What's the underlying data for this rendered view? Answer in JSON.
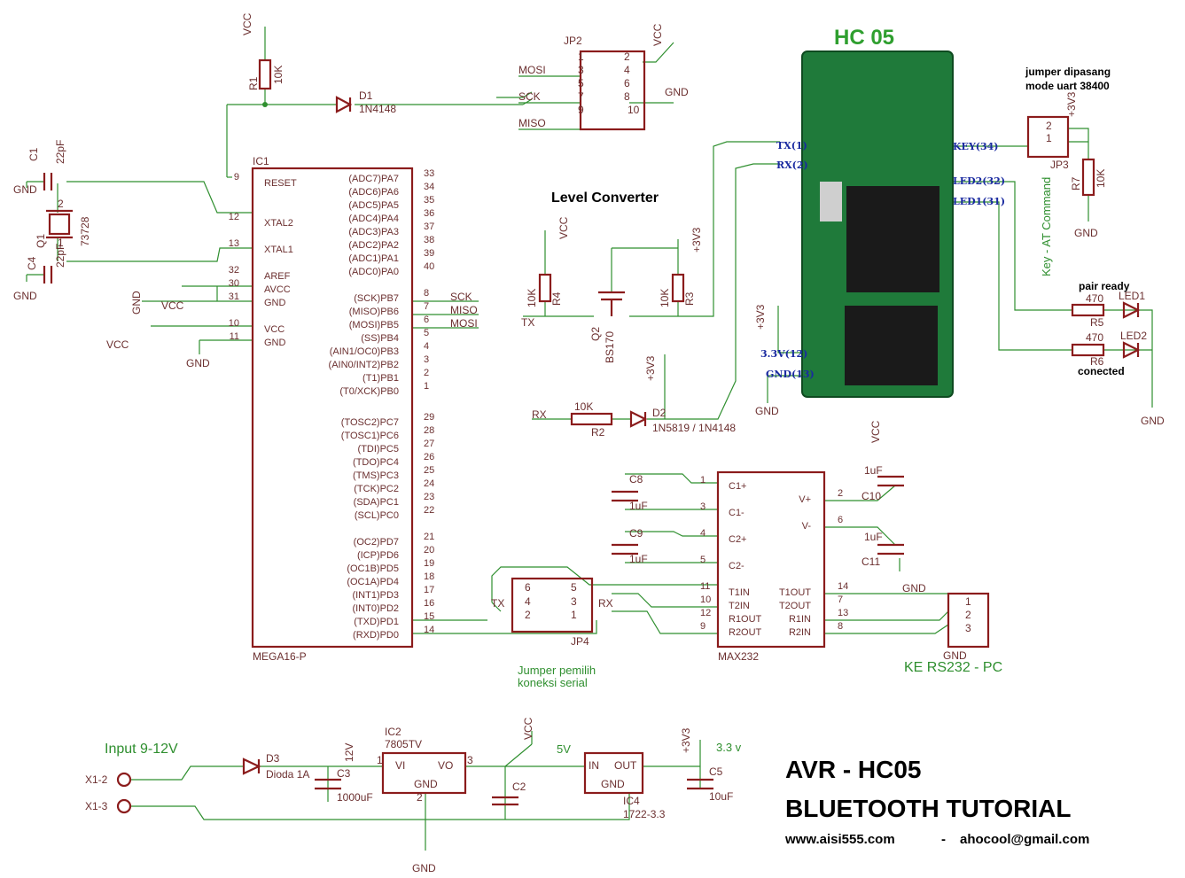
{
  "module_title": "HC 05",
  "title_line1": "AVR - HC05",
  "title_line2": "BLUETOOTH TUTORIAL",
  "credits_site": "www.aisi555.com",
  "credits_dash": "-",
  "credits_mail": "ahocool@gmail.com",
  "level_converter": "Level Converter",
  "jumper_uart_1": "jumper dipasang",
  "jumper_uart_2": "mode uart 38400",
  "key_at": "Key - AT Command",
  "pair_ready": "pair ready",
  "connected": "conected",
  "rs232_pc": "KE RS232 - PC",
  "jumper_serial_1": "Jumper pemilih",
  "jumper_serial_2": "koneksi serial",
  "input_label": "Input 9-12V",
  "v5": "5V",
  "v33": "3.3 v",
  "ic1": {
    "ref": "IC1",
    "name": "MEGA16-P",
    "left": [
      [
        "9",
        "RESET"
      ],
      [
        "12",
        "XTAL2"
      ],
      [
        "13",
        "XTAL1"
      ],
      [
        "32",
        "AREF"
      ],
      [
        "30",
        "AVCC"
      ],
      [
        "31",
        "GND"
      ],
      [
        "10",
        "VCC"
      ],
      [
        "11",
        "GND"
      ]
    ],
    "right": [
      [
        "33",
        "(ADC7)PA7"
      ],
      [
        "34",
        "(ADC6)PA6"
      ],
      [
        "35",
        "(ADC5)PA5"
      ],
      [
        "36",
        "(ADC4)PA4"
      ],
      [
        "37",
        "(ADC3)PA3"
      ],
      [
        "38",
        "(ADC2)PA2"
      ],
      [
        "39",
        "(ADC1)PA1"
      ],
      [
        "40",
        "(ADC0)PA0"
      ],
      [
        "8",
        "(SCK)PB7"
      ],
      [
        "7",
        "(MISO)PB6"
      ],
      [
        "6",
        "(MOSI)PB5"
      ],
      [
        "5",
        "(SS)PB4"
      ],
      [
        "4",
        "(AIN1/OC0)PB3"
      ],
      [
        "3",
        "(AIN0/INT2)PB2"
      ],
      [
        "2",
        "(T1)PB1"
      ],
      [
        "1",
        "(T0/XCK)PB0"
      ],
      [
        "29",
        "(TOSC2)PC7"
      ],
      [
        "28",
        "(TOSC1)PC6"
      ],
      [
        "27",
        "(TDI)PC5"
      ],
      [
        "26",
        "(TDO)PC4"
      ],
      [
        "25",
        "(TMS)PC3"
      ],
      [
        "24",
        "(TCK)PC2"
      ],
      [
        "23",
        "(SDA)PC1"
      ],
      [
        "22",
        "(SCL)PC0"
      ],
      [
        "21",
        "(OC2)PD7"
      ],
      [
        "20",
        "(ICP)PD6"
      ],
      [
        "19",
        "(OC1B)PD5"
      ],
      [
        "18",
        "(OC1A)PD4"
      ],
      [
        "17",
        "(INT1)PD3"
      ],
      [
        "16",
        "(INT0)PD2"
      ],
      [
        "15",
        "(TXD)PD1"
      ],
      [
        "14",
        "(RXD)PD0"
      ]
    ]
  },
  "max232": {
    "name": "MAX232",
    "left": [
      [
        "1",
        "C1+"
      ],
      [
        "3",
        "C1-"
      ],
      [
        "4",
        "C2+"
      ],
      [
        "5",
        "C2-"
      ],
      [
        "11",
        "T1IN"
      ],
      [
        "10",
        "T2IN"
      ],
      [
        "12",
        "R1OUT"
      ],
      [
        "9",
        "R2OUT"
      ]
    ],
    "right": [
      [
        "2",
        "V+"
      ],
      [
        "6",
        "V-"
      ],
      [
        "14",
        "T1OUT"
      ],
      [
        "7",
        "T2OUT"
      ],
      [
        "13",
        "R1IN"
      ],
      [
        "8",
        "R2IN"
      ]
    ]
  },
  "hc05_pins_left": [
    "TX(1)",
    "RX(2)",
    "3.3V(12)",
    "GND(13)"
  ],
  "hc05_pins_right": [
    "KEY(34)",
    "LED2(32)",
    "LED1(31)"
  ],
  "texts": [
    [
      "VCC",
      "r1vcc"
    ],
    [
      "R1",
      "r1ref"
    ],
    [
      "10K",
      "r1val"
    ],
    [
      "D1",
      "d1ref"
    ],
    [
      "1N4148",
      "d1val"
    ],
    [
      "JP2",
      "jp2ref"
    ],
    [
      "MOSI",
      "jp2mosi"
    ],
    [
      "SCK",
      "jp2sck"
    ],
    [
      "MISO",
      "jp2miso"
    ],
    [
      "VCC",
      "jp2vcc"
    ],
    [
      "GND",
      "jp2gnd"
    ],
    [
      "1",
      "jp2p1"
    ],
    [
      "3",
      "jp2p3"
    ],
    [
      "5",
      "jp2p5"
    ],
    [
      "7",
      "jp2p7"
    ],
    [
      "9",
      "jp2p9"
    ],
    [
      "2",
      "jp2p2"
    ],
    [
      "4",
      "jp2p4"
    ],
    [
      "6",
      "jp2p6"
    ],
    [
      "8",
      "jp2p8"
    ],
    [
      "10",
      "jp2p10"
    ],
    [
      "C1",
      "c1ref"
    ],
    [
      "22pF",
      "c1val"
    ],
    [
      "GND",
      "c1gnd"
    ],
    [
      "Q1",
      "q1ref"
    ],
    [
      "73728",
      "q1val"
    ],
    [
      "2",
      "q1p2"
    ],
    [
      "1",
      "q1p1"
    ],
    [
      "C4",
      "c4ref"
    ],
    [
      "22pF",
      "c4val"
    ],
    [
      "GND",
      "c4gnd"
    ],
    [
      "GND",
      "avccgnd"
    ],
    [
      "VCC",
      "avccvcc"
    ],
    [
      "VCC",
      "vccarrow"
    ],
    [
      "GND",
      "ic1gnd"
    ],
    [
      "SCK",
      "sck"
    ],
    [
      "MISO",
      "miso"
    ],
    [
      "MOSI",
      "mosi"
    ],
    [
      "VCC",
      "r4vcc"
    ],
    [
      "10K",
      "r4val"
    ],
    [
      "R4",
      "r4ref"
    ],
    [
      "TX",
      "txlabel"
    ],
    [
      "Q2",
      "q2ref"
    ],
    [
      "BS170",
      "q2val"
    ],
    [
      "+3V3",
      "r3v33"
    ],
    [
      "10K",
      "r3val"
    ],
    [
      "R3",
      "r3ref"
    ],
    [
      "+3V3",
      "d2v33"
    ],
    [
      "RX",
      "rxlabel"
    ],
    [
      "10K",
      "r2val"
    ],
    [
      "R2",
      "r2ref"
    ],
    [
      "D2",
      "d2ref"
    ],
    [
      "1N5819 / 1N4148",
      "d2val"
    ],
    [
      "+3V3",
      "hcv33"
    ],
    [
      "GND",
      "hcgnd"
    ],
    [
      "+3V3",
      "jp3v33"
    ],
    [
      "2",
      "jp3p2"
    ],
    [
      "1",
      "jp3p1"
    ],
    [
      "JP3",
      "jp3ref"
    ],
    [
      "R7",
      "r7ref"
    ],
    [
      "10K",
      "r7val"
    ],
    [
      "GND",
      "r7gnd"
    ],
    [
      "470",
      "r5val"
    ],
    [
      "R5",
      "r5ref"
    ],
    [
      "LED1",
      "led1ref"
    ],
    [
      "470",
      "r6val"
    ],
    [
      "R6",
      "r6ref"
    ],
    [
      "LED2",
      "led2ref"
    ],
    [
      "GND",
      "ledgnd"
    ],
    [
      "VCC",
      "c10vcc"
    ],
    [
      "1uF",
      "c10val"
    ],
    [
      "C10",
      "c10ref"
    ],
    [
      "1uF",
      "c11val"
    ],
    [
      "C11",
      "c11ref"
    ],
    [
      "GND",
      "c11gnd"
    ],
    [
      "C8",
      "c8ref"
    ],
    [
      "1uF",
      "c8val"
    ],
    [
      "C9",
      "c9ref"
    ],
    [
      "1uF",
      "c9val"
    ],
    [
      "TX",
      "jp4tx"
    ],
    [
      "RX",
      "jp4rx"
    ],
    [
      "JP4",
      "jp4ref"
    ],
    [
      "6",
      "jp4p6"
    ],
    [
      "4",
      "jp4p4"
    ],
    [
      "2",
      "jp4p2"
    ],
    [
      "5",
      "jp4p5"
    ],
    [
      "3",
      "jp4p3"
    ],
    [
      "1",
      "jp4p1"
    ],
    [
      "1",
      "dbp1"
    ],
    [
      "2",
      "dbp2"
    ],
    [
      "3",
      "dbp3"
    ],
    [
      "GND",
      "dbgnd"
    ],
    [
      "X1-2",
      "x12"
    ],
    [
      "X1-3",
      "x13"
    ],
    [
      "D3",
      "d3ref"
    ],
    [
      "Dioda 1A",
      "d3val"
    ],
    [
      "C3",
      "c3ref"
    ],
    [
      "12V",
      "c3v"
    ],
    [
      "1000uF",
      "c3val"
    ],
    [
      "IC2",
      "ic2ref"
    ],
    [
      "7805TV",
      "ic2val"
    ],
    [
      "VI",
      "ic2vi"
    ],
    [
      "VO",
      "ic2vo"
    ],
    [
      "GND",
      "ic2gnd"
    ],
    [
      "1",
      "ic2p1"
    ],
    [
      "3",
      "ic2p3"
    ],
    [
      "2",
      "ic2p2"
    ],
    [
      "VCC",
      "regvcc"
    ],
    [
      "C2",
      "c2ref"
    ],
    [
      "+3V3",
      "reg33"
    ],
    [
      "IN",
      "ic4in"
    ],
    [
      "OUT",
      "ic4out"
    ],
    [
      "GND",
      "ic4gnd"
    ],
    [
      "IC4",
      "ic4ref"
    ],
    [
      "1722-3.3",
      "ic4val"
    ],
    [
      "C5",
      "c5ref"
    ],
    [
      "10uF",
      "c5val"
    ],
    [
      "GND",
      "maingnd"
    ]
  ]
}
